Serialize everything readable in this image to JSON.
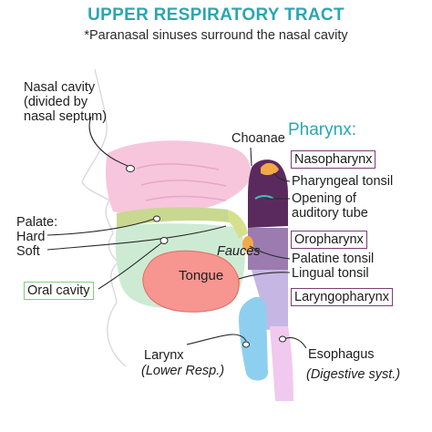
{
  "title": "UPPER RESPIRATORY TRACT",
  "subtitle": "*Paranasal sinuses surround the nasal cavity",
  "labels": {
    "nasal_cavity": [
      "Nasal cavity",
      "(divided by",
      "nasal septum)"
    ],
    "choanae": "Choanae",
    "pharynx": "Pharynx:",
    "nasopharynx": "Nasopharynx",
    "pharyngeal_tonsil": "Pharyngeal tonsil",
    "opening_auditory": [
      "Opening of",
      "auditory tube"
    ],
    "palate": "Palate:",
    "hard": "Hard",
    "soft": "Soft",
    "fauces": "Fauces",
    "oropharynx": "Oropharynx",
    "tongue": "Tongue",
    "palatine_tonsil": "Palatine tonsil",
    "lingual_tonsil": "Lingual tonsil",
    "oral_cavity": "Oral cavity",
    "laryngopharynx": "Laryngopharynx",
    "larynx": "Larynx",
    "larynx_note": "(Lower Resp.)",
    "esophagus": "Esophagus",
    "esophagus_note": "(Digestive syst.)"
  },
  "colors": {
    "title": "#2aa6b3",
    "nasal_cavity": "#f7c6dc",
    "oral_cavity": "#cdebd3",
    "tongue": "#f79590",
    "palate": "#c8d890",
    "nasopharynx": "#5a2a5e",
    "oropharynx": "#9c7bb0",
    "laryngopharynx": "#c6b6e3",
    "larynx": "#8ecff0",
    "esophagus": "#f1c8ee",
    "tonsil": "#f2a94a"
  }
}
